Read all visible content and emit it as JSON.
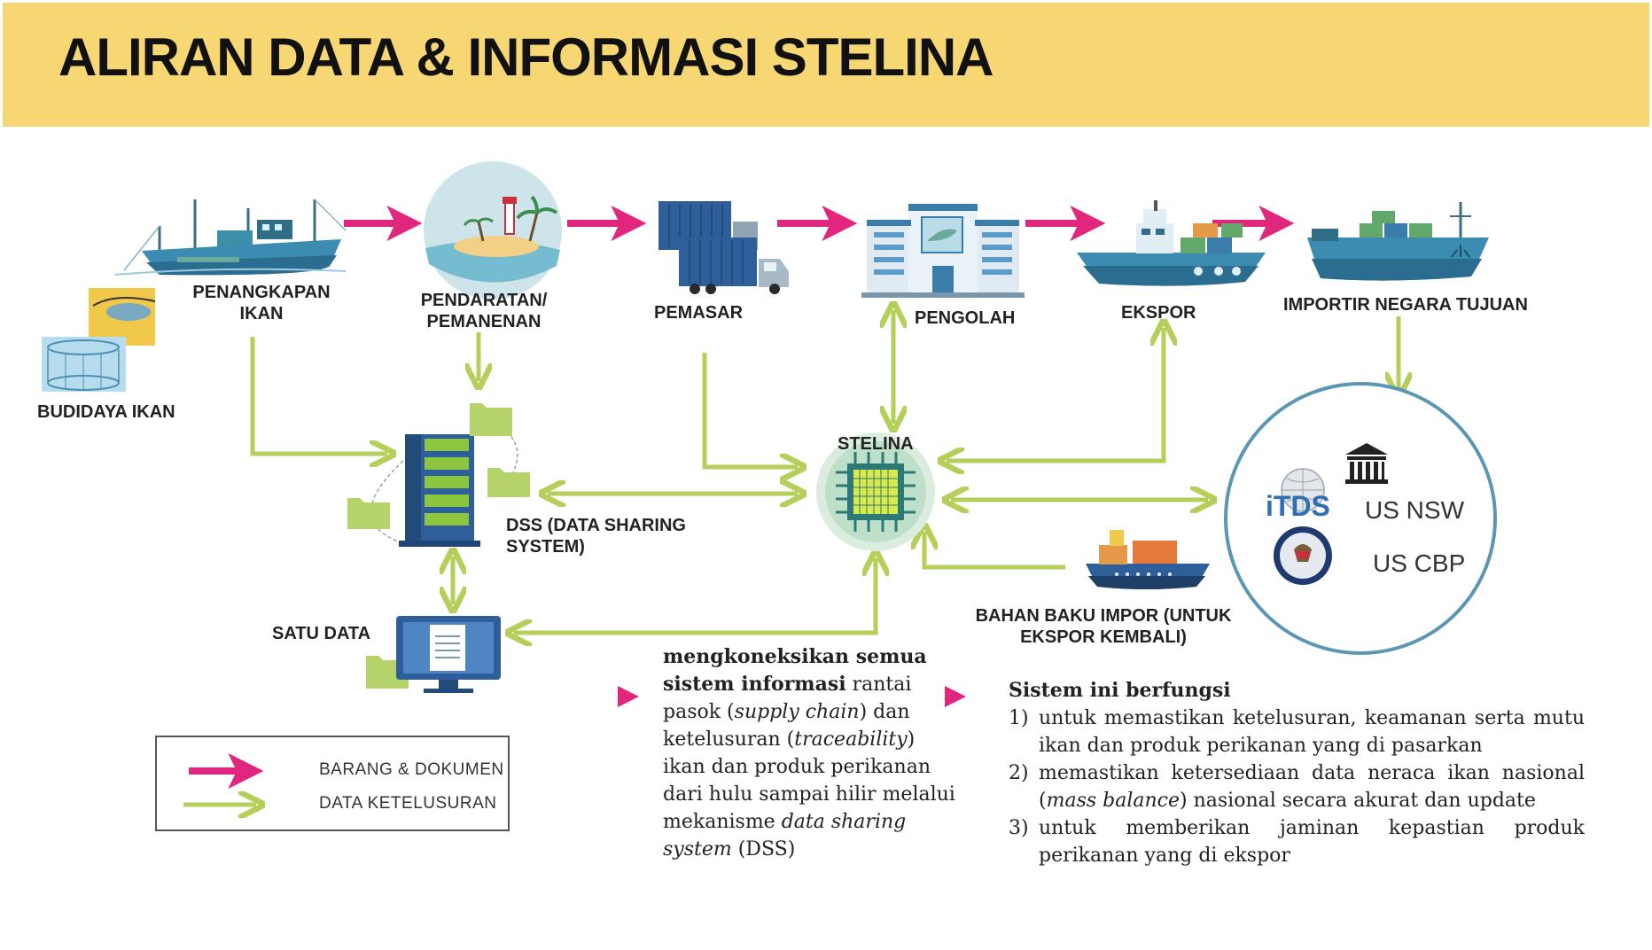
{
  "title": "ALIRAN DATA & INFORMASI STELINA",
  "nodes": {
    "penangkapan": "PENANGKAPAN\nIKAN",
    "budidaya": "BUDIDAYA IKAN",
    "pendaratan": "PENDARATAN/\nPEMANENAN",
    "pemasar": "PEMASAR",
    "pengolah": "PENGOLAH",
    "ekspor": "EKSPOR",
    "importir": "IMPORTIR NEGARA TUJUAN",
    "stelina": "STELINA",
    "dss": "DSS (DATA SHARING\nSYSTEM)",
    "satu_data": "SATU DATA",
    "bahan_baku": "BAHAN BAKU IMPOR (UNTUK\nEKSPOR KEMBALI)"
  },
  "us_agencies": {
    "itds": "iTDS",
    "nsw": "US NSW",
    "cbp": "US CBP"
  },
  "legend": {
    "goods": "BARANG & DOKUMEN",
    "trace": "DATA KETELUSURAN"
  },
  "description": {
    "bold": "mengkoneksikan semua sistem informasi",
    "text1": " rantai pasok (",
    "italic1": "supply chain",
    "text2": ") dan ketelusuran (",
    "italic2": "traceability",
    "text3": ") ikan dan produk perikanan dari hulu sampai hilir melalui mekanisme ",
    "italic3": "data sharing system",
    "text4": " (DSS)"
  },
  "functions": {
    "heading": "Sistem ini berfungsi",
    "items": [
      {
        "num": "1)",
        "text": "untuk memastikan ketelusuran, keamanan serta mutu ikan dan produk perikanan yang di pasarkan"
      },
      {
        "num": "2)",
        "text_pre": "memastikan ketersediaan data neraca ikan nasional (",
        "italic": "mass balance",
        "text_post": ") nasional secara akurat dan update"
      },
      {
        "num": "3)",
        "text": "untuk memberikan jaminan kepastian produk perikanan yang di ekspor"
      }
    ]
  },
  "colors": {
    "header_bg": "#f7d774",
    "goods_arrow": "#e0267d",
    "trace_arrow": "#b5cf5a",
    "circle_border": "#5b97b5"
  }
}
